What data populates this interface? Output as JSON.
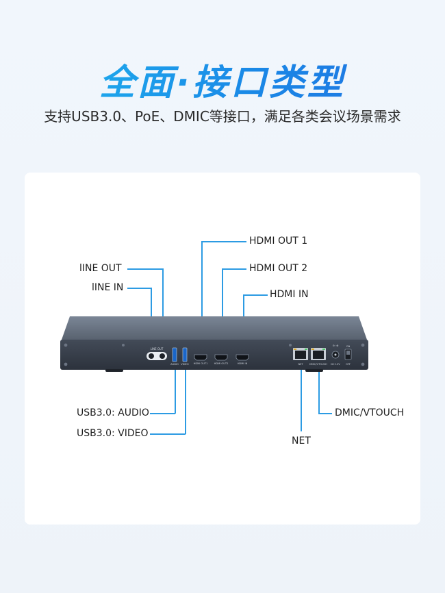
{
  "header": {
    "title": "全面·接口类型",
    "subtitle": "支持USB3.0、PoE、DMIC等接口，满足各类会议场景需求"
  },
  "labels": {
    "line_out": "lINE OUT",
    "line_in": "lINE IN",
    "hdmi_out_1": "HDMI OUT 1",
    "hdmi_out_2": "HDMI OUT 2",
    "hdmi_in": "HDMI IN",
    "usb_audio": "USB3.0: AUDIO",
    "usb_video": "USB3.0: VIDEO",
    "net": "NET",
    "dmic_vtouch": "DMIC/VTOUCH"
  },
  "panel_print": {
    "line": "LINE OUT",
    "audio": "AUDIO",
    "video": "VIDEO",
    "hdmi_out1": "HDMI OUT1",
    "hdmi_out2": "HDMI OUT2",
    "hdmi_in": "HDMI IN",
    "net": "NET",
    "dmic": "DMIC/VTOUCH",
    "dc": "DC 12V",
    "on": "ON",
    "off": "OFF"
  },
  "colors": {
    "accent": "#2c9be3",
    "device_body": "#3e4654"
  }
}
